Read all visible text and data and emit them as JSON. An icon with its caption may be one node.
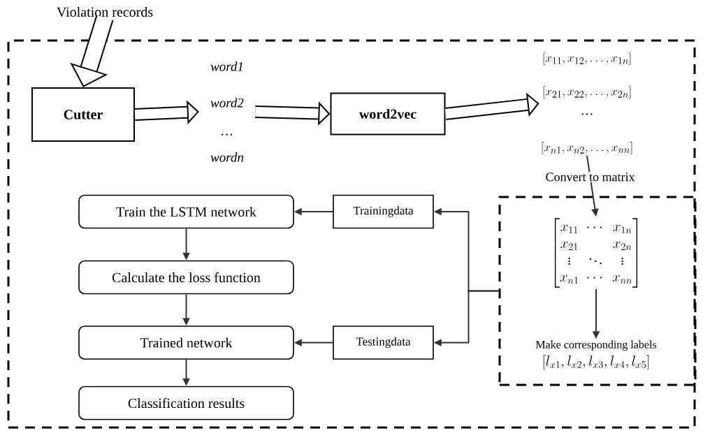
{
  "diagram": {
    "nodes": [
      {
        "text": [],
        "shape": "box"
      },
      {
        "text": [
          "Violation records"
        ]
      },
      {
        "text": [
          "Cutter"
        ],
        "in": 0
      },
      {
        "text": [
          "word1",
          "word2",
          "…",
          "wordn"
        ],
        "in": 0
      },
      {
        "text": [
          "word2vec"
        ],
        "in": 0
      },
      {
        "text": [
          "[x_{11}, x_{12}, \\dots, x_{1n}]",
          "[x_{21}, x_{22}, \\dots, x_{2n}]",
          "…",
          "[x_{n1}, x_{n2}, \\dots, x_{nn}]"
        ],
        "in": 0
      },
      {
        "text": [],
        "shape": "box",
        "in": 0
      },
      {
        "text": [
          "\\begin{bmatrix} x_{11} & \\cdots & x_{1n} \\\\ x_{21} & & x_{2n} \\\\ \\vdots & \\ddots & \\vdots \\\\ x_{n1} & \\cdots & x_{nn} \\end{bmatrix}"
        ],
        "in": 6
      },
      {
        "text": [
          "Make corresponding labels",
          "[l_{x1}, l_{x2}, l_{x3}, l_{x4}, l_{x5}]"
        ],
        "in": 6
      },
      {
        "text": [
          "Train the LSTM network"
        ],
        "in": 0
      },
      {
        "text": [
          "Calculate the loss function"
        ],
        "in": 0
      },
      {
        "text": [
          "Trained network"
        ],
        "in": 0
      },
      {
        "text": [
          "Classification results"
        ],
        "in": 0
      },
      {
        "text": [
          "Trainingdata"
        ],
        "in": 0
      },
      {
        "text": [
          "Testingdata"
        ],
        "in": 0
      }
    ],
    "edges": [
      {
        "from": 1,
        "to": 2,
        "arrow": "to",
        "style": "thick"
      },
      {
        "from": 2,
        "to": 3,
        "arrow": "to",
        "style": "thick"
      },
      {
        "from": 3,
        "to": 4,
        "arrow": "to",
        "style": "thick"
      },
      {
        "from": 4,
        "to": 5,
        "arrow": "to",
        "style": "thick"
      },
      {
        "from": 5,
        "to": 7,
        "arrow": "to",
        "label": "Convert to matrix"
      },
      {
        "from": 7,
        "to": 8,
        "arrow": "to"
      },
      {
        "from": 6,
        "to": 13,
        "arrow": "to"
      },
      {
        "from": 6,
        "to": 14,
        "arrow": "to"
      },
      {
        "from": 13,
        "to": 9,
        "arrow": "to"
      },
      {
        "from": 14,
        "to": 11,
        "arrow": "to"
      },
      {
        "from": 9,
        "to": 10,
        "arrow": "to"
      },
      {
        "from": 10,
        "to": 11,
        "arrow": "to"
      },
      {
        "from": 11,
        "to": 12,
        "arrow": "to"
      }
    ]
  }
}
